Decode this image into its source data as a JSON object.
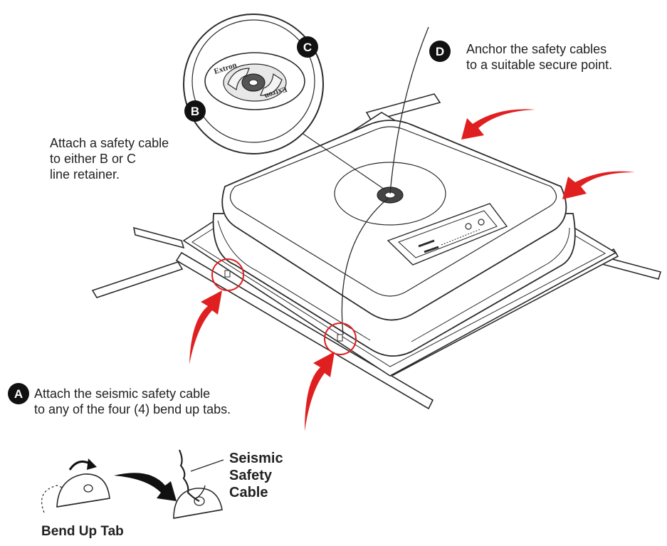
{
  "markers": {
    "a": "A",
    "b": "B",
    "c": "C",
    "d": "D"
  },
  "captions": {
    "anchor": [
      "Anchor the safety cables",
      "to a suitable secure point."
    ],
    "retainer": [
      "Attach a safety cable",
      "to either B or C",
      "line retainer."
    ],
    "seismic": [
      "Attach the seismic safety cable",
      "to any of the four (4) bend up tabs."
    ],
    "cable_label": [
      "Seismic",
      "Safety",
      "Cable"
    ],
    "tab_label": "Bend Up Tab"
  },
  "detail_text": {
    "brand_top": "Extron",
    "brand_bottom": "Extron"
  },
  "colors": {
    "line": "#2a2a2a",
    "arrow": "#e02020",
    "marker_fill": "#111111",
    "marker_text": "#ffffff"
  }
}
